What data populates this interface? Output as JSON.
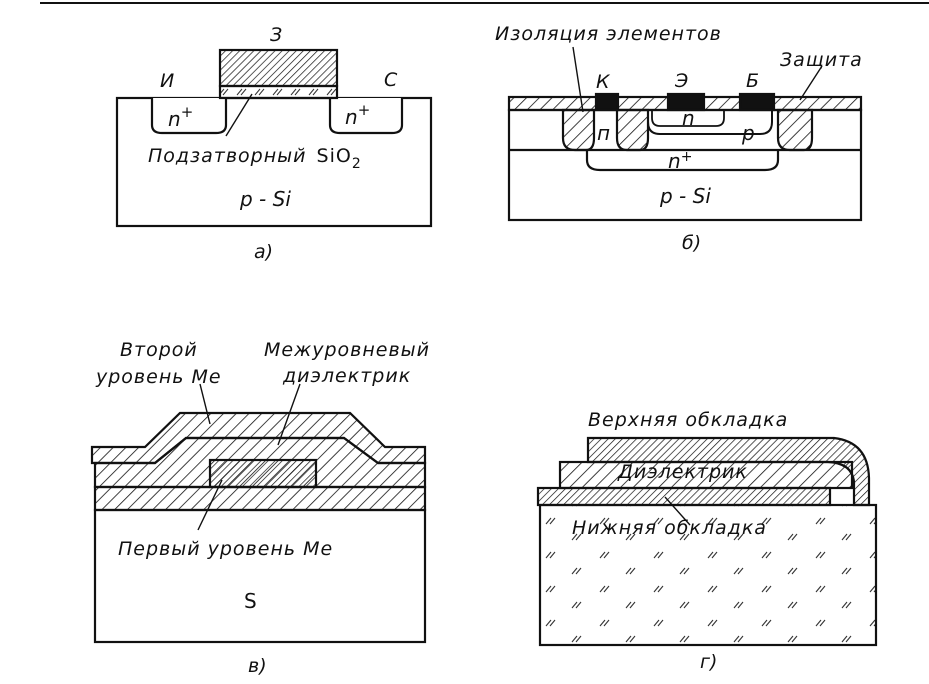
{
  "colors": {
    "ink": "#111111",
    "paper": "#ffffff"
  },
  "fig_a": {
    "gate": "З",
    "source": "И",
    "drain": "С",
    "n_left": "n",
    "n_right": "n",
    "plus": "+",
    "oxide_label": "Подзатворный",
    "oxide_formula": "SiO",
    "oxide_sub": "2",
    "substrate": "p - Si",
    "caption": "а)"
  },
  "fig_b": {
    "isolation": "Изоляция элементов",
    "protection": "Защита",
    "collector": "К",
    "emitter": "Э",
    "base": "Б",
    "n_small": "п",
    "n_emitter": "n",
    "p_base": "р",
    "n_buried": "n",
    "plus": "+",
    "substrate": "p - Si",
    "caption": "б)"
  },
  "fig_c": {
    "second_level_1": "Второй",
    "second_level_2": "уровень Ме",
    "interlevel_1": "Межуровневый",
    "interlevel_2": "диэлектрик",
    "first_level": "Первый уровень Ме",
    "substrate": "S",
    "caption": "в)"
  },
  "fig_d": {
    "top_plate": "Верхняя обкладка",
    "dielectric": "Диэлектрик",
    "bottom_plate": "Нижняя обкладка",
    "caption": "г)"
  }
}
